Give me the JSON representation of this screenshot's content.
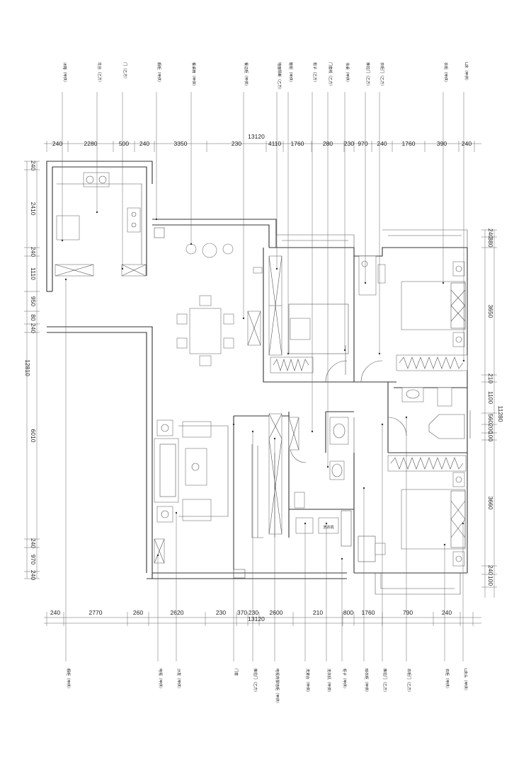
{
  "totals": {
    "top": "13120",
    "bottom": "13120",
    "left": "12810",
    "right": "11280"
  },
  "top_dims": [
    "240",
    "2280",
    "500",
    "240",
    "3350",
    "230",
    "4110",
    "1760",
    "280",
    "230",
    "970",
    "240",
    "1760",
    "390",
    "240"
  ],
  "bottom_dims": [
    "240",
    "2770",
    "260",
    "2620",
    "230",
    "370",
    "230",
    "2600",
    "210",
    "800",
    "1760",
    "790",
    "240"
  ],
  "left_dims": [
    "240",
    "2410",
    "240",
    "1110",
    "950",
    "80",
    "240",
    "6010",
    "240",
    "970",
    "240"
  ],
  "right_dims": [
    "240",
    "380",
    "3650",
    "210",
    "1100",
    "560",
    "200",
    "100",
    "3660",
    "240",
    "100"
  ],
  "top_labels": [
    "冰箱（甲供）",
    "灶台（乙方）",
    "门（乙方）",
    "橱柜（甲供）",
    "餐桌椅（甲供）",
    "餐边柜（甲供）",
    "墙面隔断（乙方）",
    "鞋柜（甲供）",
    "柜子（乙方）",
    "门套线（乙方）",
    "书桌（甲供）",
    "推拉门（乙方）",
    "衣柜门（乙方）",
    "衣柜（甲供）",
    "L床（甲供）"
  ],
  "bottom_labels": [
    "橱柜（甲供）",
    "电视（甲供）",
    "沙发（甲供）",
    "门套",
    "推拉门（乙方）",
    "电视背景墙柜（甲供）",
    "洗漱台（甲供）",
    "洗衣机（甲供）",
    "柜子（甲供）",
    "晾衣柜（甲供）",
    "推拉门（乙方）",
    "衣柜门（乙方）",
    "衣柜（甲供）",
    "L床头（甲供）"
  ],
  "fixtures": {
    "washer_text": "洗衣机"
  }
}
